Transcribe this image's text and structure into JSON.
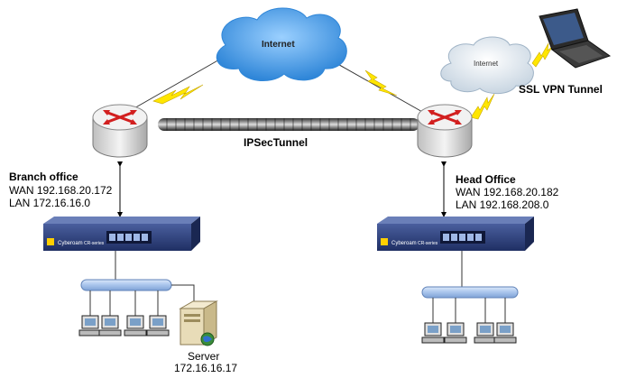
{
  "clouds": {
    "internet": "Internet",
    "remote_internet": "Internet"
  },
  "tunnels": {
    "ipsec": "IPSecTunnel",
    "ssl_vpn": "SSL VPN Tunnel"
  },
  "branch": {
    "title": "Branch office",
    "wan": "WAN 192.168.20.172",
    "lan": "LAN 172.16.16.0"
  },
  "head": {
    "title": "Head Office",
    "wan": "WAN 192.168.20.182",
    "lan": "LAN 192.168.208.0"
  },
  "server": {
    "name": "Server",
    "ip": "172.16.16.17"
  },
  "appliance": {
    "brand": "Cyberoam",
    "model": "CR-series"
  },
  "colors": {
    "cloud": "#4a9fe3",
    "cloud_light": "#e8eef4",
    "router_top": "#f0f0f0",
    "appliance": "#2a3f7e",
    "lan_bus": "#a8c4ec",
    "lightning": "#ffe600"
  }
}
